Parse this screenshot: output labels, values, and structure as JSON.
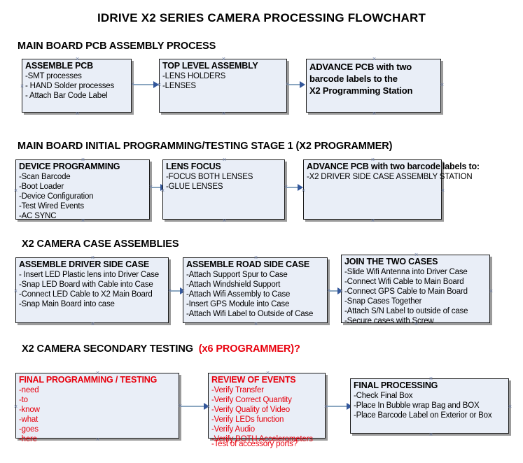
{
  "document": {
    "title": "IDRIVE X2  SERIES CAMERA PROCESSING FLOWCHART"
  },
  "sections": [
    {
      "id": "main-board-pcb-assembly",
      "heading": "MAIN BOARD PCB ASSEMBLY PROCESS",
      "heading_accent": "",
      "boxes": [
        {
          "id": "assemble-pcb",
          "title": "ASSEMBLE PCB",
          "lines": [
            "-SMT processes",
            "- HAND Solder processes",
            "- Attach Bar Code Label"
          ]
        },
        {
          "id": "top-level-assembly",
          "title": "TOP LEVEL ASSEMBLY",
          "lines": [
            "-LENS HOLDERS",
            "-LENSES"
          ]
        },
        {
          "id": "advance-pcb-to-x2-programming-station",
          "title": "ADVANCE PCB with two",
          "lines": [
            "barcode labels to the",
            " X2 Programming Station"
          ]
        }
      ]
    },
    {
      "id": "main-board-initial-programming",
      "heading": "MAIN BOARD INITIAL PROGRAMMING/TESTING STAGE 1 (X2 PROGRAMMER)",
      "heading_accent": "",
      "boxes": [
        {
          "id": "device-programming",
          "title": "DEVICE PROGRAMMING",
          "lines": [
            "-Scan Barcode",
            "-Boot Loader",
            "-Device Configuration",
            "-Test Wired Events",
            "-AC SYNC"
          ]
        },
        {
          "id": "lens-focus",
          "title": "LENS FOCUS",
          "lines": [
            "-FOCUS BOTH LENSES",
            "-GLUE LENSES"
          ]
        },
        {
          "id": "advance-pcb-to-driver-side-case-station",
          "title": "ADVANCE PCB with two barcode labels to:",
          "lines": [
            "-X2 DRIVER  SIDE  CASE  ASSEMBLY STATION"
          ]
        }
      ]
    },
    {
      "id": "x2-camera-case-assemblies",
      "heading": "X2 CAMERA CASE ASSEMBLIES",
      "heading_accent": "",
      "boxes": [
        {
          "id": "assemble-driver-side-case",
          "title": "ASSEMBLE DRIVER SIDE CASE",
          "lines": [
            "- Insert LED Plastic lens into Driver Case",
            "-Snap LED Board with Cable into Case",
            "-Connect LED Cable to X2 Main Board",
            "-Snap Main Board into case"
          ]
        },
        {
          "id": "assemble-road-side-case",
          "title": "ASSEMBLE ROAD SIDE CASE",
          "lines": [
            "-Attach Support Spur to Case",
            "-Attach Windshield Support",
            "-Attach Wifi Assembly to Case",
            "-Insert GPS Module into Case",
            "-Attach Wifi Label to Outside of Case"
          ]
        },
        {
          "id": "join-the-two-cases",
          "title": "JOIN THE TWO CASES",
          "lines": [
            "-Slide Wifi Antenna into Driver Case",
            "-Connect Wifi Cable to Main Board",
            "-Connect GPS Cable to Main Board",
            "-Snap Cases Together",
            "-Attach S/N Label to outside of case",
            "-Secure cases with Screw"
          ]
        }
      ]
    },
    {
      "id": "x2-camera-secondary-testing",
      "heading": "X2 CAMERA SECONDARY TESTING",
      "heading_accent": "(x6 PROGRAMMER)?",
      "boxes": [
        {
          "id": "final-programming-testing",
          "title": "FINAL PROGRAMMING / TESTING",
          "lines": [
            "-need",
            "-to",
            "-know",
            "-what",
            "-goes",
            "-here"
          ]
        },
        {
          "id": "review-of-events",
          "title": "REVIEW OF EVENTS",
          "lines": [
            "-Verify Transfer",
            "-Verify Correct Quantity",
            "-Verify Quality of Video",
            "-Verify LEDs function",
            "-Verify Audio",
            "-Verify BOTH Accelerometers"
          ],
          "overflow_line": "-Test of accessory ports?"
        },
        {
          "id": "final-processing",
          "title": "FINAL PROCESSING",
          "lines": [
            " -Check Final Box",
            "-Place In Bubble wrap Bag and BOX",
            "-Place Barcode Label on Exterior or Box"
          ]
        }
      ]
    }
  ],
  "colors": {
    "box_fill": "#e9eef7",
    "box_border": "#1a1a1a",
    "box_shadow": "#9b9b9b",
    "connector": "#8aa6c0",
    "arrow_head": "#33579b",
    "accent_red": "#e8000d",
    "text": "#000000"
  }
}
